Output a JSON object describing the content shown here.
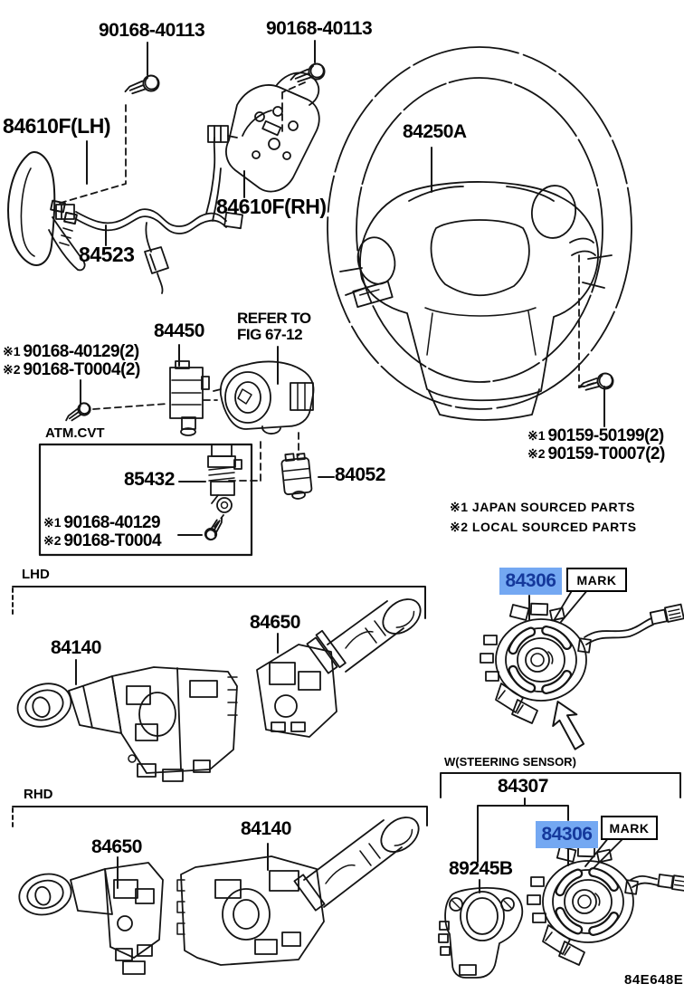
{
  "colors": {
    "highlight_bg": "#74a8f2",
    "highlight_text": "#15399c",
    "ink": "#141414"
  },
  "labels": {
    "screw_top_left": "90168-40113",
    "screw_top_mid": "90168-40113",
    "paddle_lh": "84610F(LH)",
    "paddle_rh": "84610F(RH)",
    "harness": "84523",
    "steering_wheel": "84250A",
    "key_cylinder": "84450",
    "refer_line1": "REFER TO",
    "refer_line2": "FIG 67-12",
    "atm_cvt": "ATM.CVT",
    "key_interlock": "85432",
    "ignition_switch": "84052",
    "lhd": "LHD",
    "rhd": "RHD",
    "lhd_switch_left": "84140",
    "lhd_switch_right": "84650",
    "rhd_switch_left": "84650",
    "rhd_switch_right": "84140",
    "spiral_cable": "84306",
    "mark": "MARK",
    "steering_sensor_caption": "W(STEERING SENSOR)",
    "sensor_assy": "84307",
    "steering_sensor": "89245B",
    "spiral_cable_2": "84306",
    "mark_2": "MARK",
    "diagram_code": "84E648E"
  },
  "notes": {
    "left_1_prefix": "※1",
    "left_1": "90168-40129(2)",
    "left_2_prefix": "※2",
    "left_2": "90168-T0004(2)",
    "box_1_prefix": "※1",
    "box_1": "90168-40129",
    "box_2_prefix": "※2",
    "box_2": "90168-T0004",
    "right_1_prefix": "※1",
    "right_1": "90159-50199(2)",
    "right_2_prefix": "※2",
    "right_2": "90159-T0007(2)",
    "legend_1": "※1 JAPAN SOURCED PARTS",
    "legend_2": "※2 LOCAL SOURCED PARTS"
  }
}
